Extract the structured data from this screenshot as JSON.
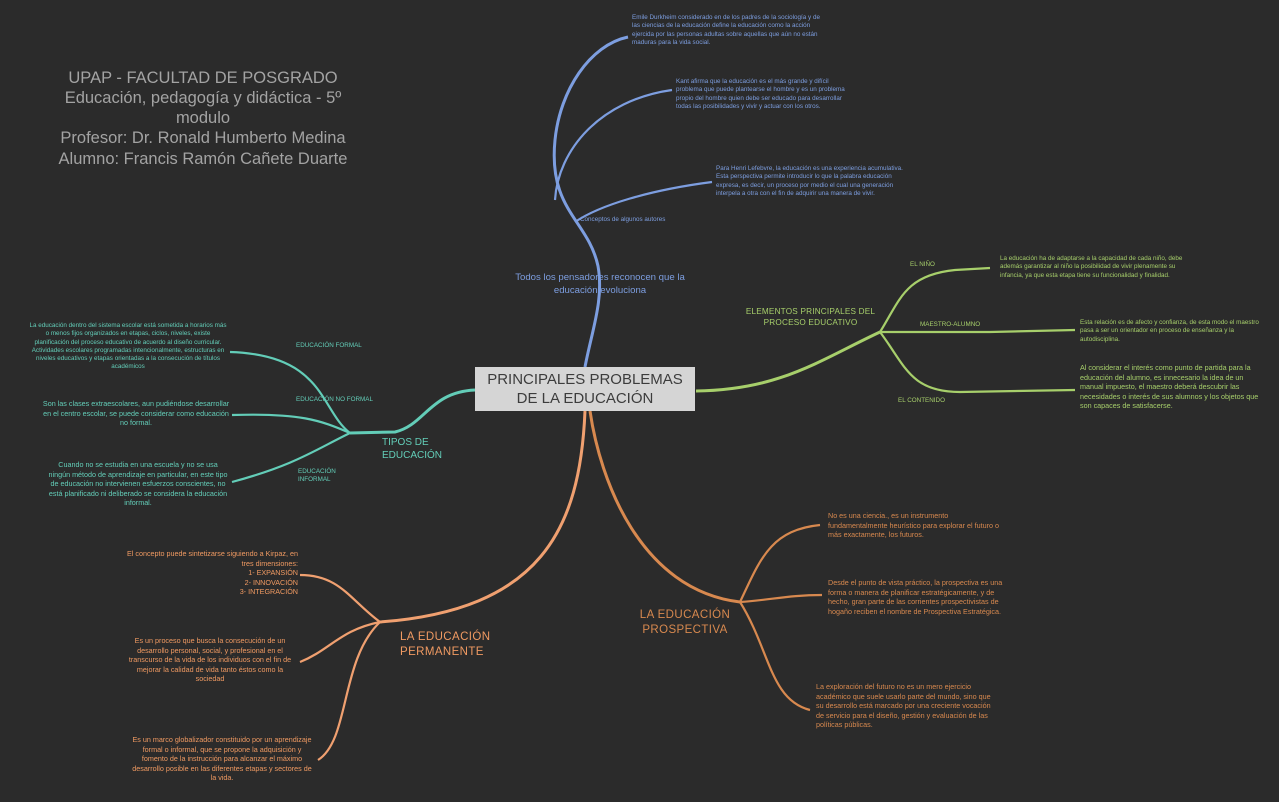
{
  "header": {
    "line1": "UPAP - FACULTAD DE POSGRADO",
    "line2": "Educación, pedagogía y didáctica - 5º",
    "line3": "modulo",
    "line4": "Profesor: Dr. Ronald Humberto Medina",
    "line5": "Alumno: Francis Ramón Cañete Duarte"
  },
  "center": "PRINCIPALES PROBLEMAS\nDE LA EDUCACIÓN",
  "colors": {
    "background": "#2b2b2b",
    "center_box": "#d5d5d5",
    "blue": "#7d9ee0",
    "green": "#a7cf6b",
    "teal": "#63cdb8",
    "orange": "#f09a62"
  },
  "blue_branch": {
    "title": "Todos los pensadores reconocen que la educación evoluciona",
    "subtitle": "Conceptos de algunos autores",
    "leaves": [
      "Emile Durkheim considerado en de los padres de la sociología y de las ciencias de la educación define la educación como la acción ejercida por las personas adultas sobre aquellas que aún no están maduras para la vida social.",
      "Kant afirma que la educación es el más grande y difícil problema que puede plantearse el hombre y es un problema propio del hombre quien debe ser educado para desarrollar todas las posibilidades y vivir y actuar con los otros.",
      "Para Henri Lefebvre, la educación es una experiencia acumulativa. Esta perspectiva permite introducir lo que la palabra educación expresa, es decir, un proceso por medio el cual una generación interpela a otra con el fin de adquirir una manera de vivir."
    ]
  },
  "green_branch": {
    "title": "ELEMENTOS PRINCIPALES DEL PROCESO EDUCATIVO",
    "items": [
      {
        "label": "EL NIÑO",
        "text": "La educación ha de adaptarse a la capacidad de cada niño, debe además garantizar al niño la posibilidad de vivir plenamente su infancia, ya que esta etapa tiene su funcionalidad y finalidad."
      },
      {
        "label": "MAESTRO-ALUMNO",
        "text": "Esta relación es de afecto y confianza, de esta modo el maestro pasa a ser un orientador en proceso de enseñanza y la autodisciplina."
      },
      {
        "label": "EL CONTENIDO",
        "text": "Al considerar el interés como punto de partida para la educación del alumno, es innecesario la idea de un manual impuesto, el maestro deberá descubrir las necesidades o interés de sus alumnos y los objetos que son capaces de satisfacerse."
      }
    ]
  },
  "teal_branch": {
    "title": "TIPOS DE EDUCACIÓN",
    "items": [
      {
        "label": "EDUCACIÓN FORMAL",
        "text": "La educación dentro del sistema escolar está sometida a horarios más o menos fijos organizados en etapas, ciclos, niveles, existe planificación del proceso educativo de acuerdo al diseño curricular. Actividades escolares programadas intencionalmente, estructuras en niveles educativos y etapas orientadas a la consecución de títulos académicos"
      },
      {
        "label": "EDUCACIÓN NO FORMAL",
        "text": "Son las clases extraescolares, aun pudiéndose desarrollar en el centro escolar, se puede considerar como educación no formal."
      },
      {
        "label": "EDUCACIÓN INFORMAL",
        "text": "Cuando no se estudia en una escuela y no se usa ningún método de aprendizaje en particular, en este tipo de educación no intervienen esfuerzos conscientes, no está planificado ni deliberado se considera la educación informal."
      }
    ]
  },
  "orange_left": {
    "title": "LA EDUCACIÓN PERMANENTE",
    "leaves": [
      "El concepto puede sintetizarse siguiendo a Kirpaz, en tres dimensiones:\n1- EXPANSIÓN\n2- INNOVACIÓN\n3- INTEGRACIÓN",
      "Es un proceso que busca la consecución de un desarrollo personal, social, y profesional en el transcurso de la vida de los individuos con el fin de mejorar la calidad de vida tanto éstos como la sociedad",
      "Es un marco globalizador constituido por un aprendizaje formal o informal, que se propone la adquisición y fomento de la instrucción para alcanzar el máximo desarrollo posible en las diferentes etapas y sectores de la vida."
    ]
  },
  "orange_right": {
    "title": "LA EDUCACIÓN PROSPECTIVA",
    "leaves": [
      "No es una ciencia., es un instrumento fundamentalmente heurístico para explorar el futuro o más exactamente, los futuros.",
      "Desde el punto de vista práctico, la prospectiva es una forma o manera de planificar estratégicamente, y de hecho, gran parte de las corrientes prospectivistas de hogaño reciben el nombre de Prospectiva Estratégica.",
      "La exploración del futuro no es un mero ejercicio académico que suele usarlo parte del mundo, sino que su desarrollo está marcado por una creciente vocación de servicio para el diseño, gestión y evaluación de las políticas públicas."
    ]
  }
}
